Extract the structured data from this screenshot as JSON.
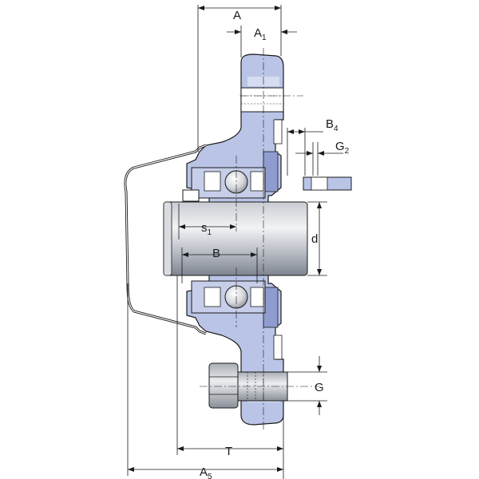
{
  "dimensions": {
    "A": {
      "main": "A",
      "sub": ""
    },
    "A1": {
      "main": "A",
      "sub": "1"
    },
    "B4": {
      "main": "B",
      "sub": "4"
    },
    "G2": {
      "main": "G",
      "sub": "2"
    },
    "s1": {
      "main": "s",
      "sub": "1"
    },
    "B": {
      "main": "B",
      "sub": ""
    },
    "d": {
      "main": "d",
      "sub": ""
    },
    "G": {
      "main": "G",
      "sub": ""
    },
    "T": {
      "main": "T",
      "sub": ""
    },
    "A5": {
      "main": "A",
      "sub": "5"
    }
  },
  "colors": {
    "housing": "#b9c4e6",
    "housing_dark": "#8f9ccf",
    "shaft_light": "#eef0f3",
    "shaft_dark": "#9aa0aa",
    "line": "#1a1a1a"
  }
}
